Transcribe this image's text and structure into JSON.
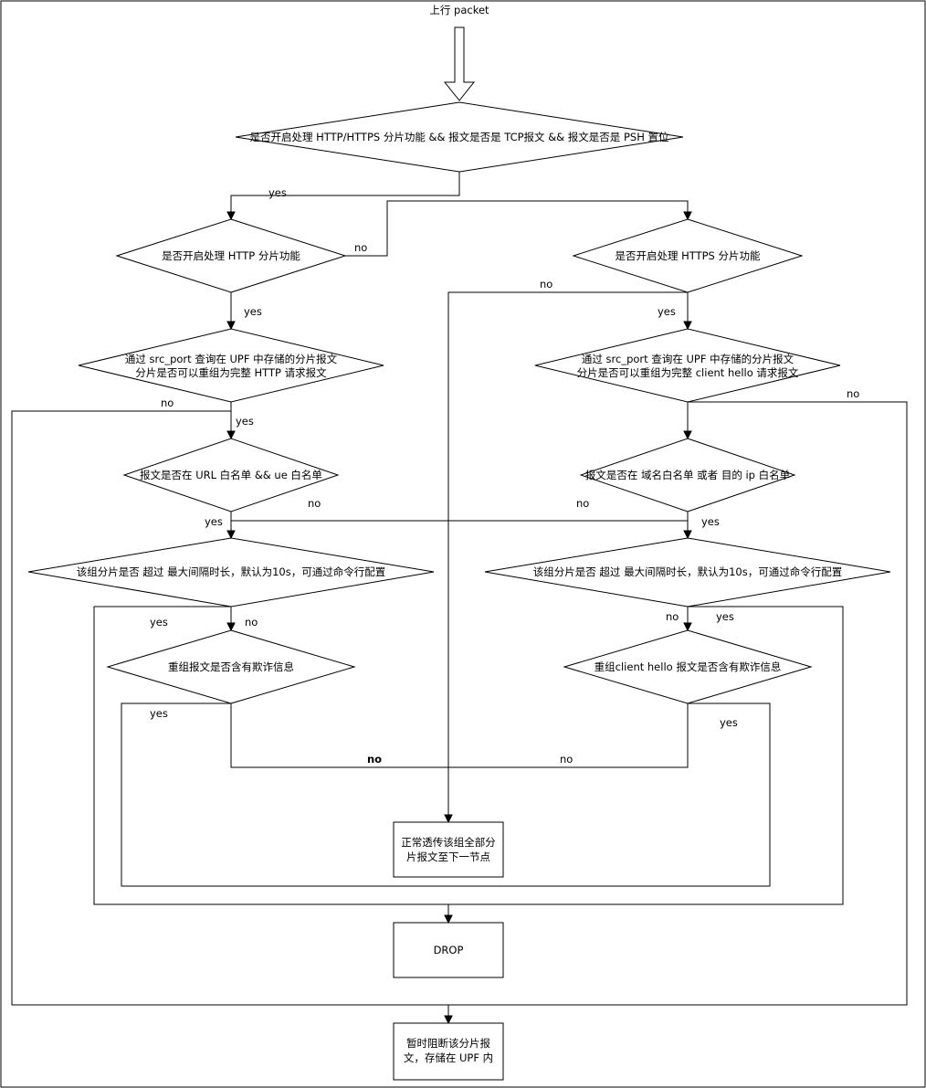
{
  "title": "上行 packet",
  "nodes": {
    "check_segmentation": "是否开启处理 HTTP/HTTPS 分片功能 && 报文是否是 TCP报文 && 报文是否是 PSH 置位",
    "http_enabled": "是否开启处理 HTTP 分片功能",
    "https_enabled": "是否开启处理 HTTPS 分片功能",
    "http_reassemble": [
      "通过 src_port 查询在 UPF 中存储的分片报文",
      "分片是否可以重组为完整 HTTP 请求报文"
    ],
    "https_reassemble": [
      "通过 src_port 查询在 UPF 中存储的分片报文",
      "分片是否可以重组为完整 client hello 请求报文"
    ],
    "http_whitelist": "报文是否在 URL 白名单 && ue 白名单",
    "https_whitelist": "报文是否在 域名白名单 或者 目的 ip 白名单",
    "http_timeout": "该组分片是否 超过 最大间隔时长，默认为10s，可通过命令行配置",
    "https_timeout": "该组分片是否 超过 最大间隔时长，默认为10s，可通过命令行配置",
    "http_fraud": "重组报文是否含有欺诈信息",
    "https_fraud": "重组client hello 报文是否含有欺诈信息",
    "forward": [
      "正常透传该组全部分",
      "片报文至下一节点"
    ],
    "drop": "DROP",
    "hold": [
      "暂时阻断该分片报",
      "文，存储在 UPF 内"
    ]
  },
  "edge_labels": {
    "yes_top": "yes",
    "no_http_enabled": "no",
    "no_https_enabled": "no",
    "yes_http_enabled": "yes",
    "yes_https_enabled": "yes",
    "no_http_reassemble": "no",
    "yes_http_reassemble": "yes",
    "no_https_reassemble": "no",
    "no_http_whitelist": "no",
    "no_https_whitelist": "no",
    "yes_http_whitelist": "yes",
    "yes_https_whitelist": "yes",
    "yes_http_timeout": "yes",
    "no_http_timeout": "no",
    "no_https_timeout": "no",
    "yes_https_timeout": "yes",
    "yes_http_fraud": "yes",
    "yes_https_fraud": "yes",
    "no_http_fraud": "no",
    "no_https_fraud": "no"
  }
}
